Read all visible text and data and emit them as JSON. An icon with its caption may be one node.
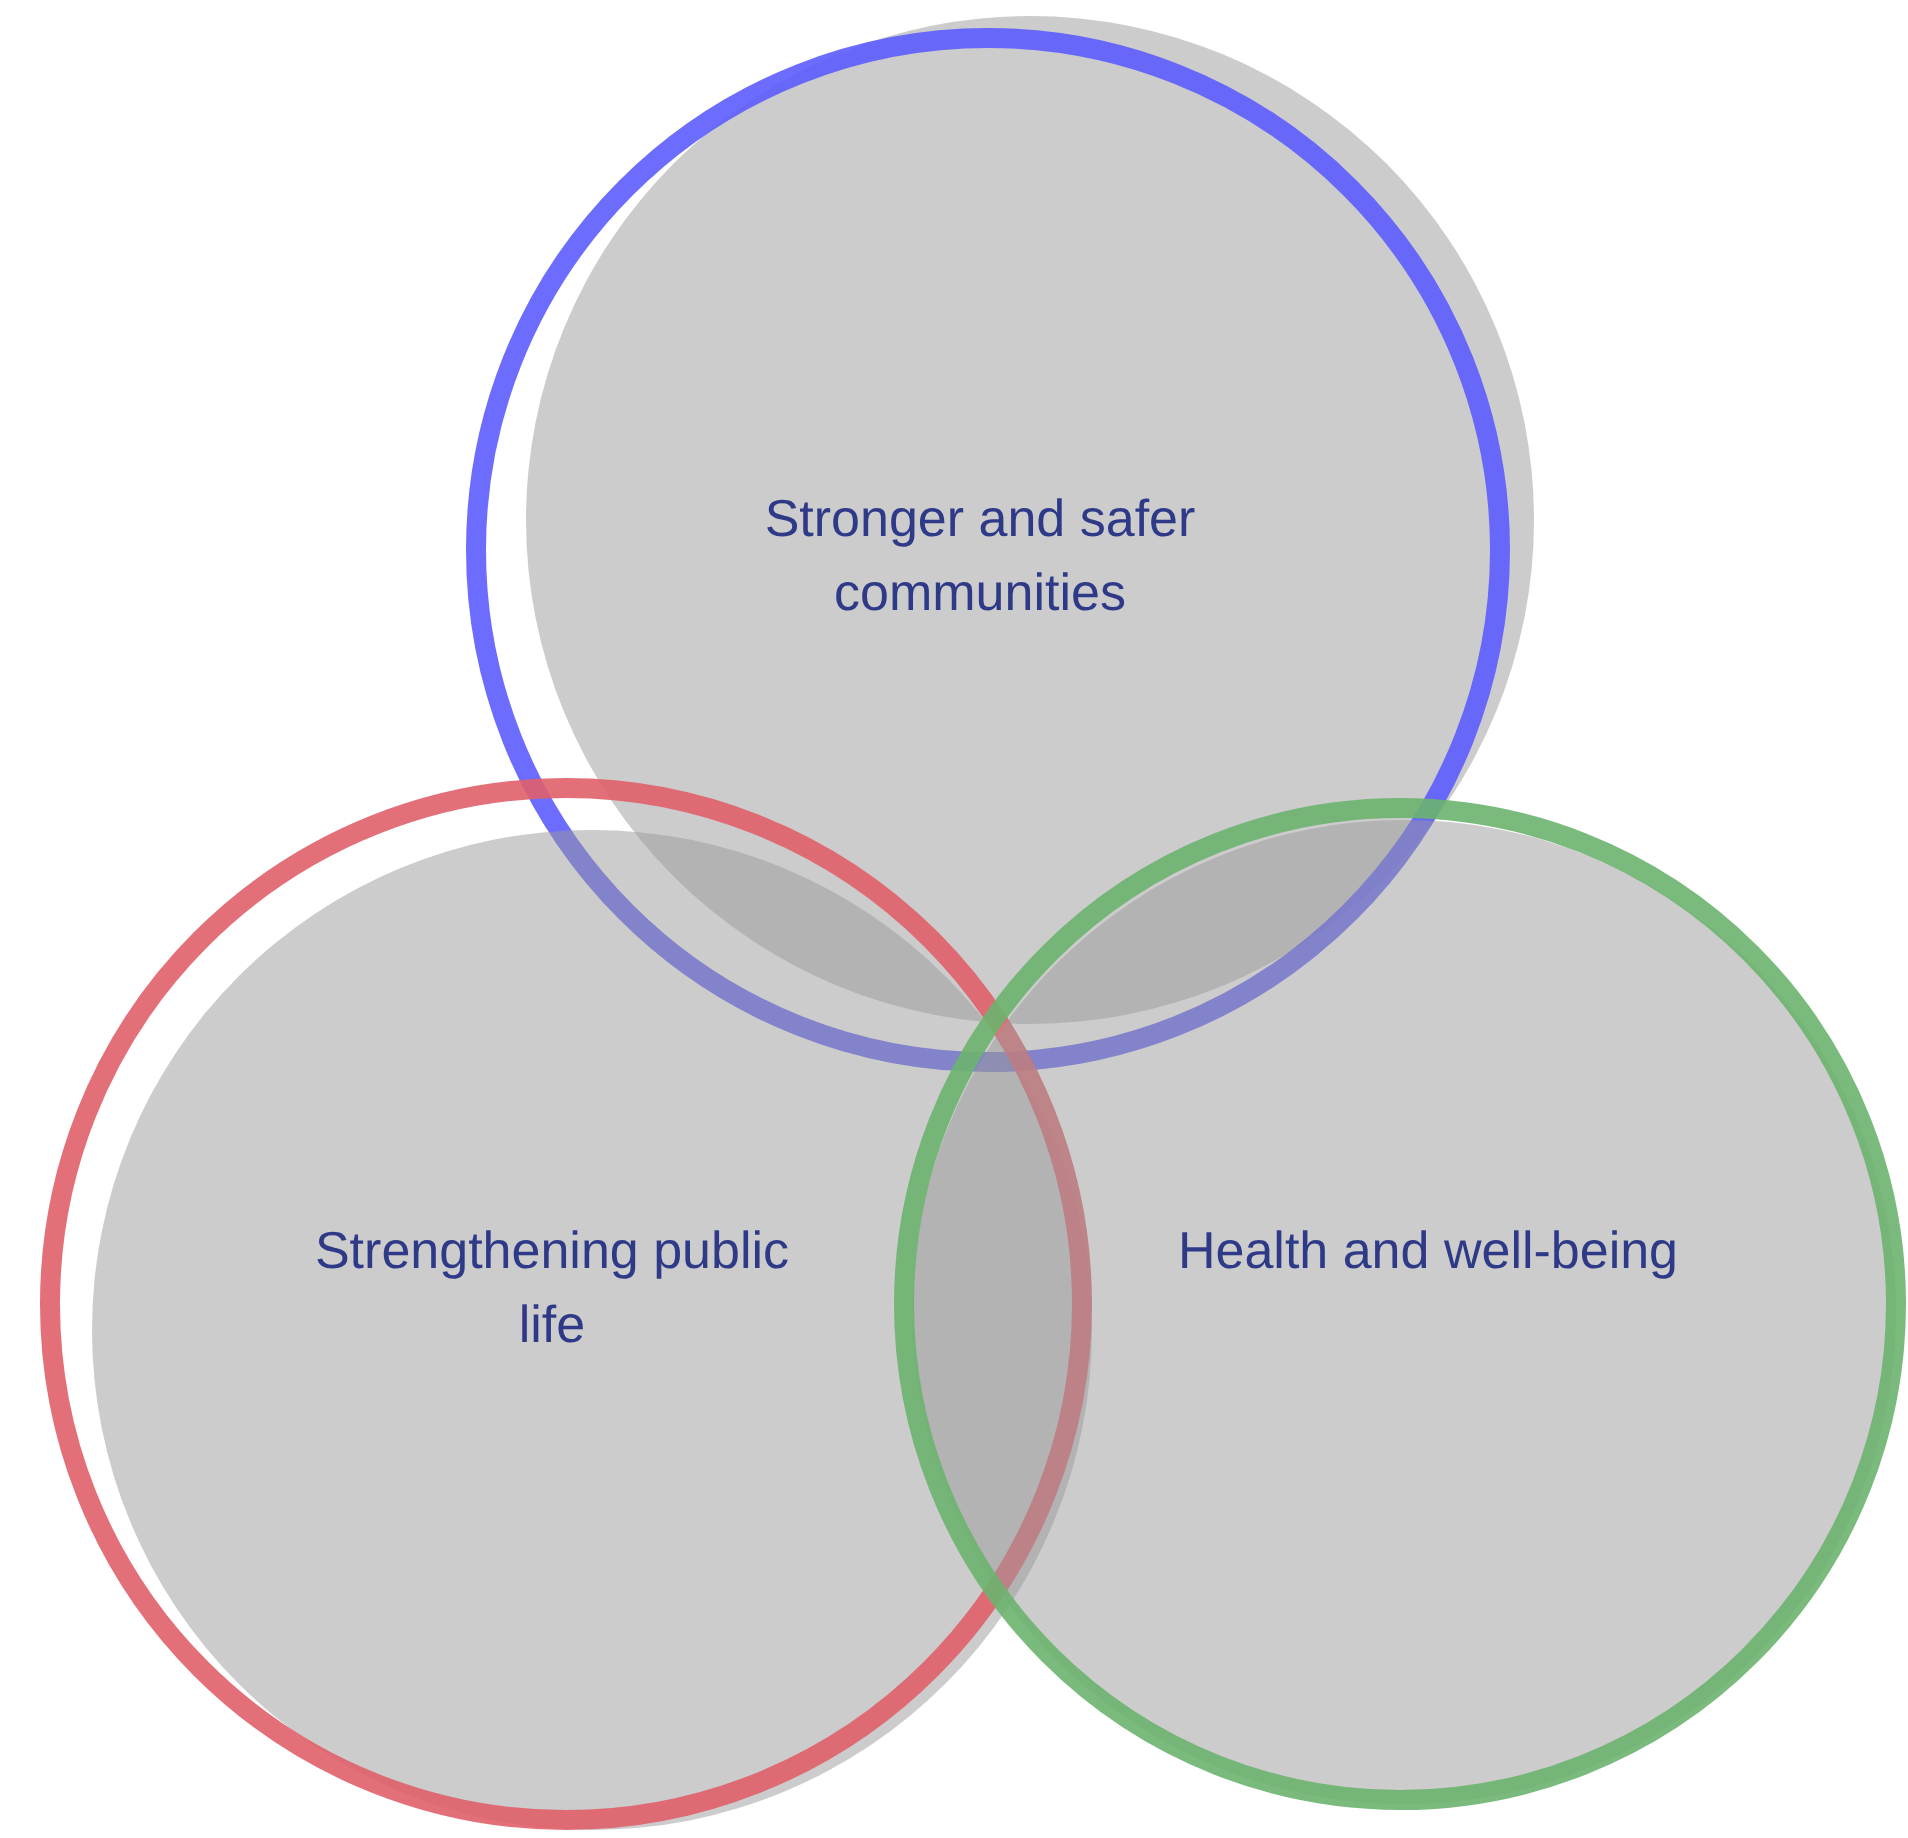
{
  "diagram": {
    "nodes": [
      {
        "text": [
          "Stronger and safer communities"
        ]
      },
      {
        "text": [
          "Strengthening public life"
        ]
      },
      {
        "text": [
          "Health and well-being"
        ]
      }
    ]
  }
}
